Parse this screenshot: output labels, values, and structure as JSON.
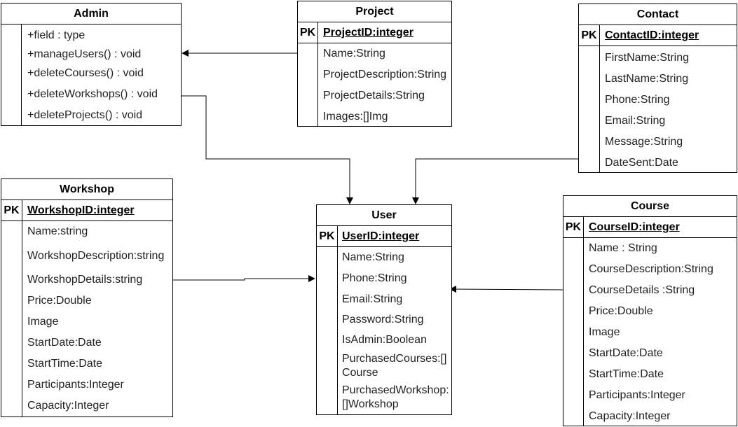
{
  "admin": {
    "title": "Admin",
    "fields": [
      "+field : type",
      "+manageUsers() : void",
      "+deleteCourses() : void",
      "+deleteWorkshops() : void",
      "+deleteProjects() : void"
    ]
  },
  "project": {
    "title": "Project",
    "pk_label": "PK",
    "pk_field": "ProjectID:integer",
    "fields": [
      "Name:String",
      "ProjectDescription:String",
      "ProjectDetails:String",
      "Images:[]Img"
    ]
  },
  "contact": {
    "title": "Contact",
    "pk_label": "PK",
    "pk_field": "ContactID:integer",
    "fields": [
      "FirstName:String",
      "LastName:String",
      "Phone:String",
      "Email:String",
      "Message:String",
      "DateSent:Date"
    ]
  },
  "workshop": {
    "title": "Workshop",
    "pk_label": "PK",
    "pk_field": "WorkshopID:integer",
    "fields": [
      "Name:string",
      "WorkshopDescription:string",
      "WorkshopDetails:string",
      "Price:Double",
      "Image",
      "StartDate:Date",
      "StartTime:Date",
      "Participants:Integer",
      "Capacity:Integer"
    ]
  },
  "user": {
    "title": "User",
    "pk_label": "PK",
    "pk_field": "UserID:integer",
    "fields": [
      "Name:String",
      "Phone:String",
      "Email:String",
      "Password:String",
      "IsAdmin:Boolean",
      "PurchasedCourses:[] Course",
      "PurchasedWorkshop:[]Workshop"
    ]
  },
  "course": {
    "title": "Course",
    "pk_label": "PK",
    "pk_field": "CourseID:integer",
    "fields": [
      "Name : String",
      "CourseDescription:String",
      "CourseDetails :String",
      "Price:Double",
      "Image",
      "StartDate:Date",
      "StartTime:Date",
      "Participants:Integer",
      "Capacity:Integer"
    ]
  }
}
